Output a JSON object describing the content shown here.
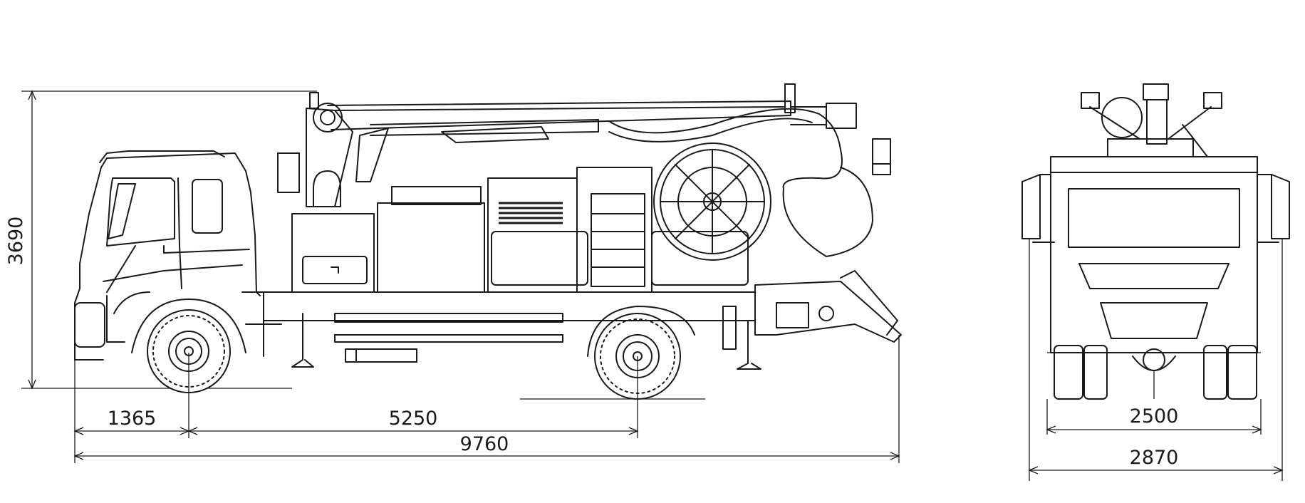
{
  "drawing": {
    "side_view": {
      "dimensions": {
        "overall_height": "3690",
        "front_overhang": "1365",
        "wheelbase": "5250",
        "overall_length": "9760"
      }
    },
    "rear_view": {
      "dimensions": {
        "track_width": "2500",
        "overall_width": "2870"
      }
    }
  }
}
